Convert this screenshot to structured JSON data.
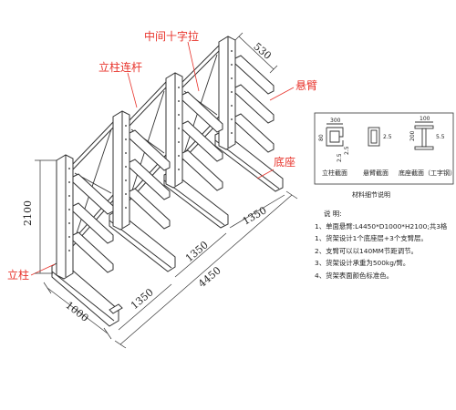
{
  "labels": {
    "center_brace": "中间十字拉",
    "column_tie": "立柱连杆",
    "arm": "悬臂",
    "base": "底座",
    "column": "立柱"
  },
  "dimensions": {
    "arm_length": "530",
    "height": "2100",
    "depth": "1000",
    "bay_front": "1350",
    "total_length": "4450",
    "bay_mid": "1350",
    "bay_back": "1350"
  },
  "sections": {
    "column": {
      "caption": "立柱截面",
      "top": "300",
      "left": "80",
      "bottom": "2.5",
      "right": "2.5"
    },
    "arm": {
      "caption": "悬臂截面",
      "right": "2.5"
    },
    "base": {
      "caption": "底座截面（工字钢）",
      "top": "100",
      "left": "200",
      "right": "5.5"
    },
    "title": "材料细节说明"
  },
  "notes": {
    "title": "说 明:",
    "items": [
      "1、单面悬臂:L4450*D1000*H2100;共3格",
      "1、货架设计1个底座层+3个支臂层。",
      "2、支臂可以以140MM节距调节。",
      "3、货架设计承重为500kg/臂。",
      "4、货架表面颜色标准色。"
    ]
  },
  "colors": {
    "label": "#e8342c",
    "line": "#333333"
  }
}
